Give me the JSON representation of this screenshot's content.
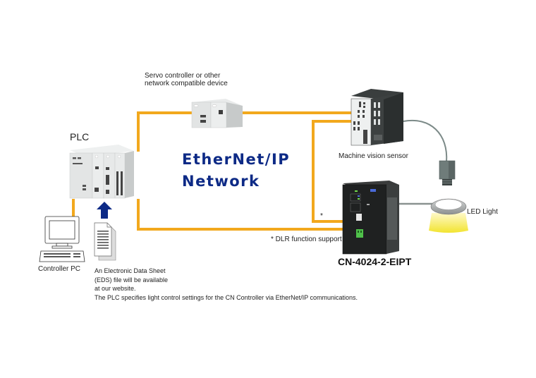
{
  "network": {
    "title_line1": "EtherNet/IP",
    "title_line2": "Network",
    "cable_color": "#f2a81d",
    "title_color": "#0d2a86"
  },
  "devices": {
    "plc": {
      "label": "PLC"
    },
    "servo": {
      "label_line1": "Servo controller or other",
      "label_line2": "network compatible device"
    },
    "vision": {
      "label": "Machine vision sensor"
    },
    "controller_pc": {
      "label": "Controller PC"
    },
    "cn_controller": {
      "label": "CN-4024-2-EIPT",
      "asterisk": "*"
    },
    "led": {
      "label": "LED Light"
    }
  },
  "notes": {
    "dlr": "* DLR  function support",
    "eds_line1": "An Electronic Data Sheet",
    "eds_line2": "(EDS) file will be available",
    "eds_line3": "at our website.",
    "description": "The PLC specifies light control settings for the CN Controller via EtherNet/IP communications."
  }
}
